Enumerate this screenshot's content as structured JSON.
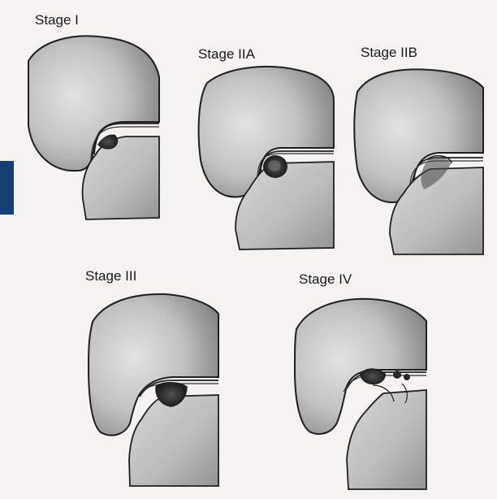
{
  "stages": [
    {
      "id": "stage-1",
      "label": "Stage I"
    },
    {
      "id": "stage-2a",
      "label": "Stage IIA"
    },
    {
      "id": "stage-2b",
      "label": "Stage IIB"
    },
    {
      "id": "stage-3",
      "label": "Stage III"
    },
    {
      "id": "stage-4",
      "label": "Stage IV"
    }
  ],
  "colors": {
    "accent_tab": "#173e73",
    "page_background": "#f4f3f2",
    "bone_shading": "#6f6f6f",
    "bone_light": "#d9d9d9",
    "outline": "#1f1f1f",
    "lesion": "#2a2a2a"
  }
}
